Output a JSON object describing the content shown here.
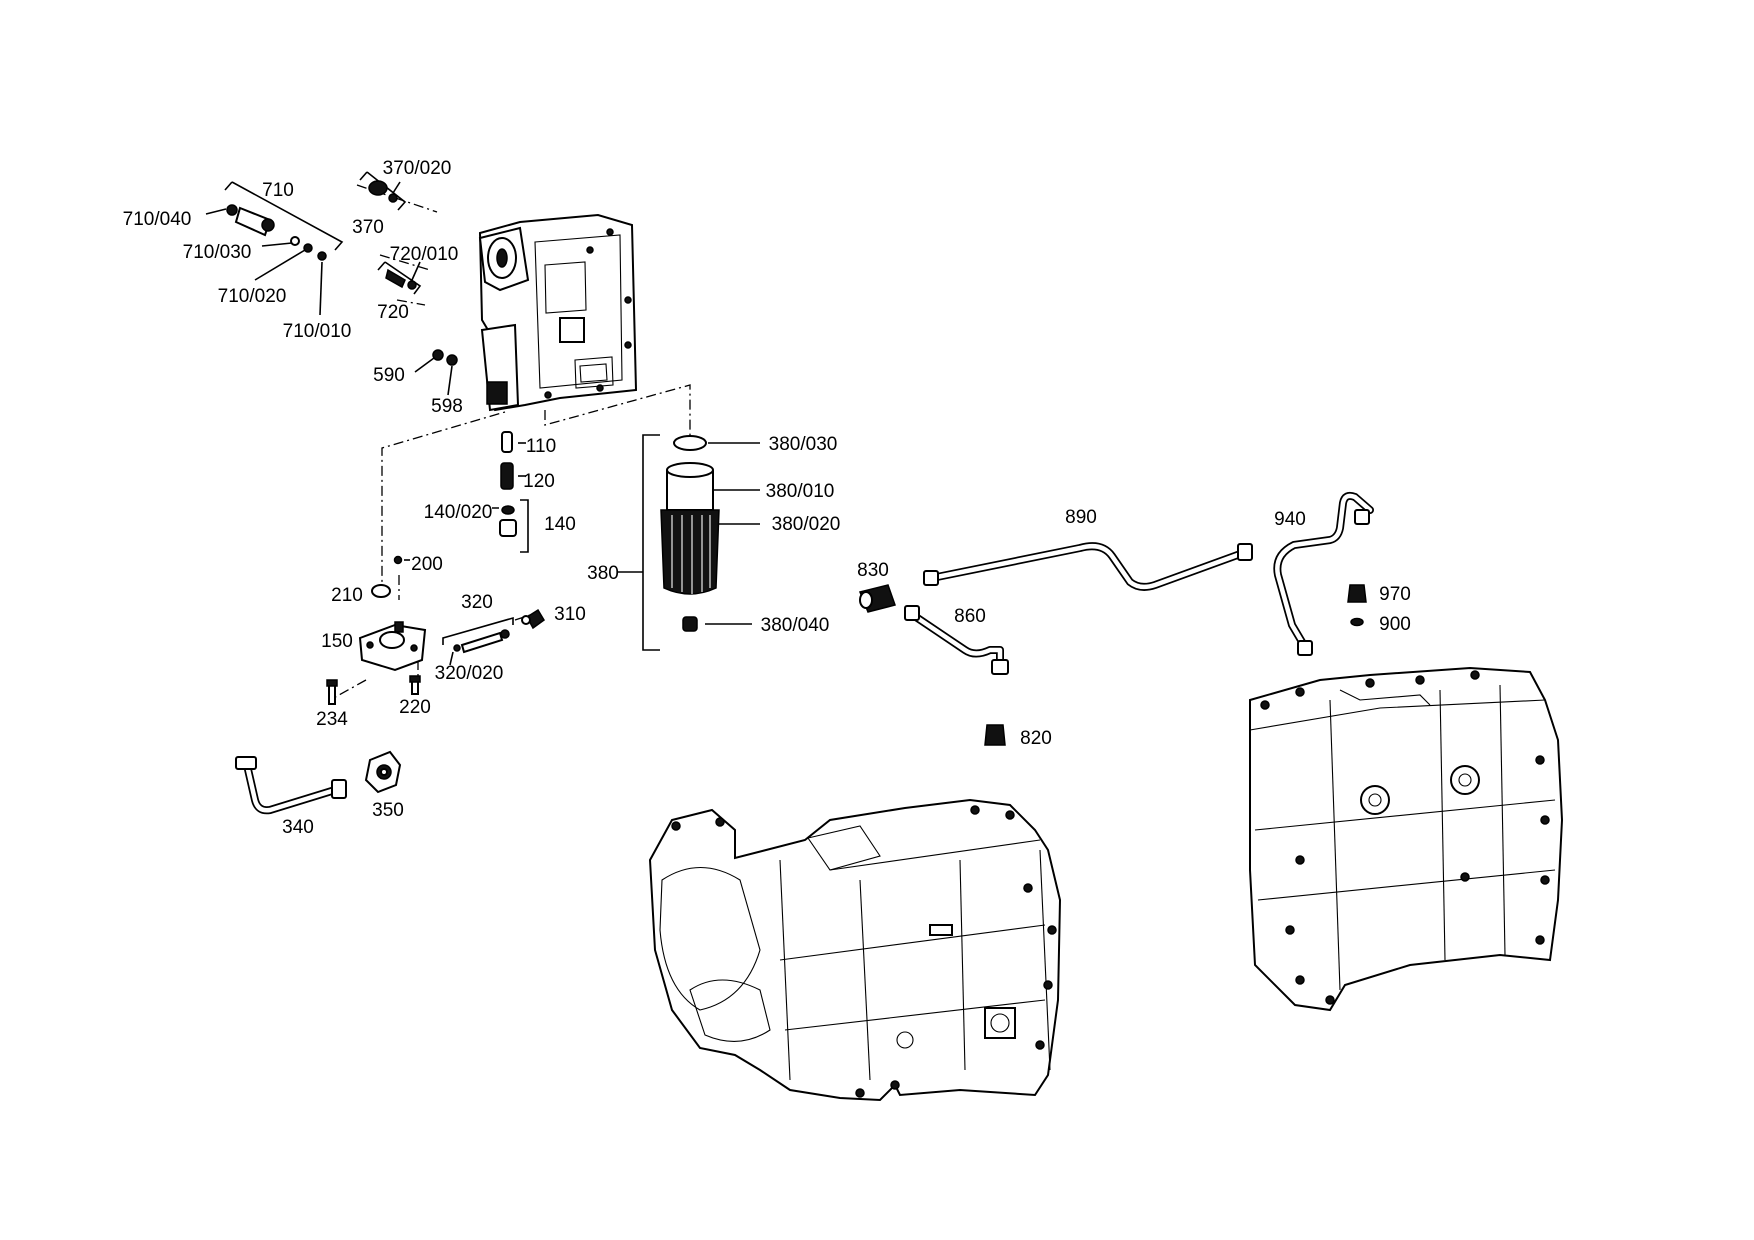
{
  "labels": {
    "l710": "710",
    "l710_040": "710/040",
    "l710_030": "710/030",
    "l710_020": "710/020",
    "l710_010": "710/010",
    "l370_020": "370/020",
    "l370": "370",
    "l720_010": "720/010",
    "l720": "720",
    "l590": "590",
    "l598": "598",
    "l110": "110",
    "l120": "120",
    "l140_020": "140/020",
    "l140": "140",
    "l200": "200",
    "l210": "210",
    "l150": "150",
    "l320": "320",
    "l320_020": "320/020",
    "l310": "310",
    "l234": "234",
    "l220": "220",
    "l340": "340",
    "l350": "350",
    "l380_030": "380/030",
    "l380_010": "380/010",
    "l380_020": "380/020",
    "l380": "380",
    "l380_040": "380/040",
    "l830": "830",
    "l860": "860",
    "l890": "890",
    "l940": "940",
    "l970": "970",
    "l900": "900",
    "l820": "820"
  }
}
